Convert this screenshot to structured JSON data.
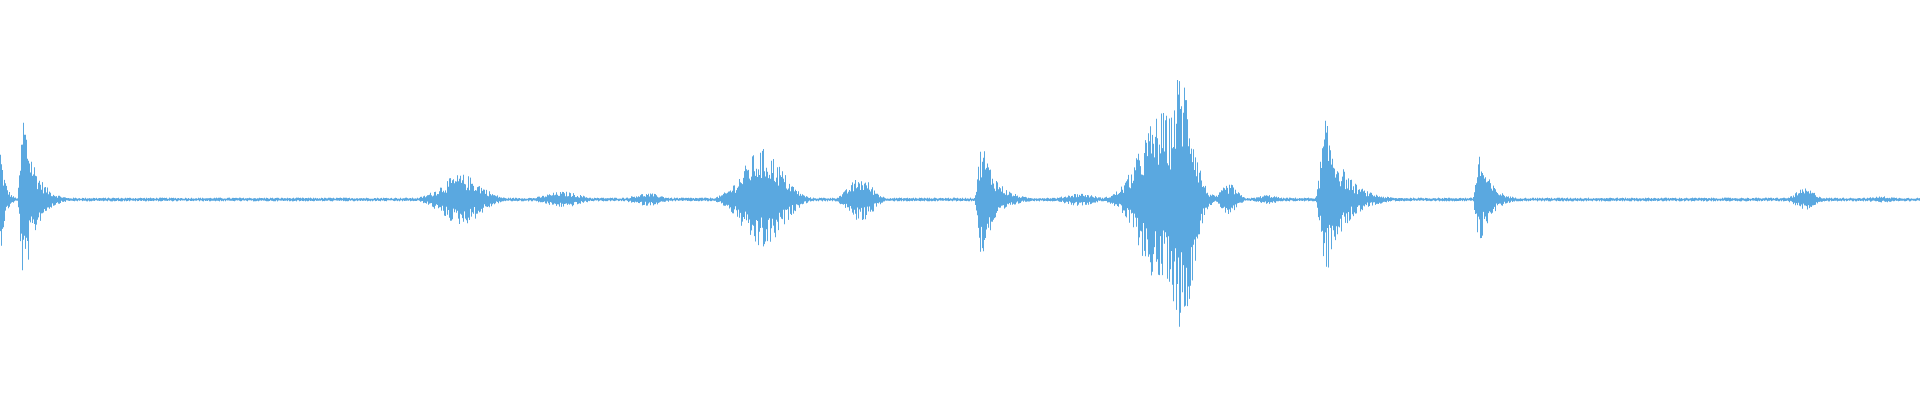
{
  "waveform": {
    "color": "#5aa8e0",
    "background": "#ffffff",
    "duration_fraction_bursts": [
      {
        "pos": 0.0,
        "amp": 0.36,
        "width": 0.004,
        "decay": "right"
      },
      {
        "pos": 0.012,
        "amp": 0.6,
        "width": 0.01,
        "decay": "right"
      },
      {
        "pos": 0.115,
        "amp": 0.01,
        "width": 0.02,
        "decay": "sym"
      },
      {
        "pos": 0.145,
        "amp": 0.01,
        "width": 0.025,
        "decay": "sym"
      },
      {
        "pos": 0.24,
        "amp": 0.16,
        "width": 0.02,
        "decay": "sym"
      },
      {
        "pos": 0.293,
        "amp": 0.05,
        "width": 0.018,
        "decay": "sym"
      },
      {
        "pos": 0.337,
        "amp": 0.04,
        "width": 0.015,
        "decay": "sym"
      },
      {
        "pos": 0.397,
        "amp": 0.32,
        "width": 0.02,
        "decay": "sym"
      },
      {
        "pos": 0.448,
        "amp": 0.14,
        "width": 0.012,
        "decay": "sym"
      },
      {
        "pos": 0.511,
        "amp": 0.4,
        "width": 0.012,
        "decay": "right"
      },
      {
        "pos": 0.562,
        "amp": 0.04,
        "width": 0.015,
        "decay": "sym"
      },
      {
        "pos": 0.605,
        "amp": 0.55,
        "width": 0.022,
        "decay": "sym"
      },
      {
        "pos": 0.615,
        "amp": 0.82,
        "width": 0.012,
        "decay": "sym"
      },
      {
        "pos": 0.64,
        "amp": 0.1,
        "width": 0.008,
        "decay": "sym"
      },
      {
        "pos": 0.66,
        "amp": 0.03,
        "width": 0.01,
        "decay": "sym"
      },
      {
        "pos": 0.69,
        "amp": 0.52,
        "width": 0.016,
        "decay": "right"
      },
      {
        "pos": 0.77,
        "amp": 0.32,
        "width": 0.01,
        "decay": "right"
      },
      {
        "pos": 0.835,
        "amp": 0.01,
        "width": 0.03,
        "decay": "sym"
      },
      {
        "pos": 0.94,
        "amp": 0.07,
        "width": 0.01,
        "decay": "sym"
      },
      {
        "pos": 0.98,
        "amp": 0.02,
        "width": 0.015,
        "decay": "sym"
      }
    ],
    "noise_floor": 0.012
  }
}
